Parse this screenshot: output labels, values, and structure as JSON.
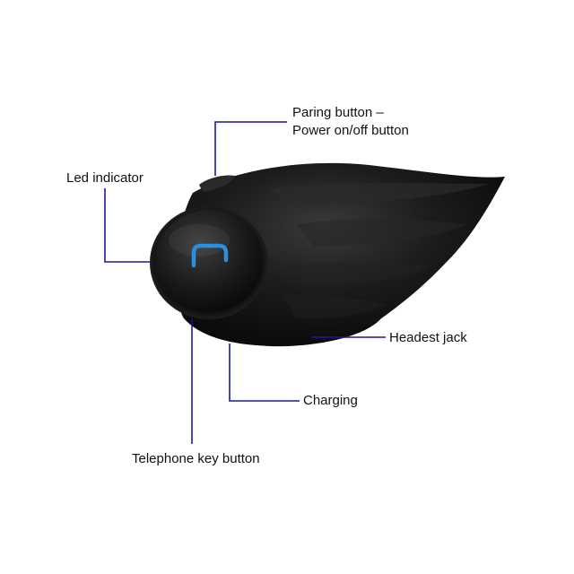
{
  "labels": {
    "paring_line1": "Paring button –",
    "paring_line2": "Power on/off button",
    "led": "Led indicator",
    "headset_jack": "Headest jack",
    "charging": "Charging",
    "telephone": "Telephone key button"
  },
  "colors": {
    "callout_line": "#1a1a9e",
    "device_body": "#141414",
    "button_accent": "#2a8fe0"
  },
  "icons": {
    "telephone_key": "phone-handset-icon"
  }
}
